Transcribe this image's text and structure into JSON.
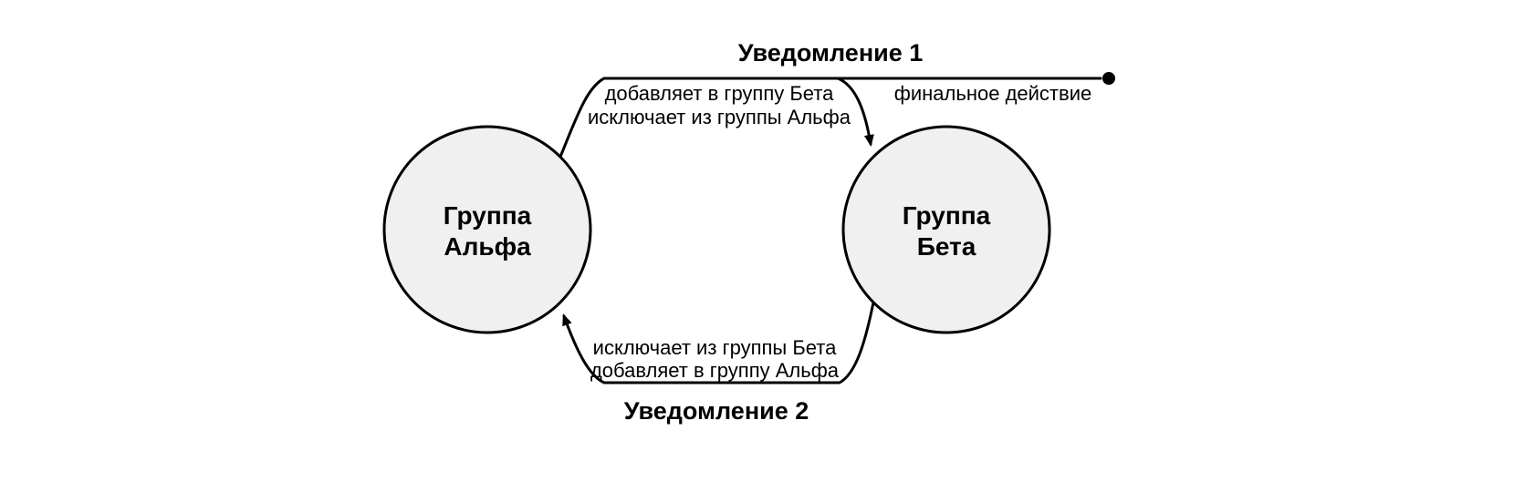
{
  "diagram": {
    "type": "state-diagram",
    "background_color": "#ffffff",
    "node_fill_color": "#f0f0f0",
    "line_color": "#000000",
    "nodes": [
      {
        "id": "alpha",
        "label_line1": "Группа",
        "label_line2": "Альфа"
      },
      {
        "id": "beta",
        "label_line1": "Группа",
        "label_line2": "Бета"
      }
    ],
    "edges": [
      {
        "id": "notification1",
        "from": "alpha",
        "to": "beta",
        "title": "Уведомление 1",
        "label_line1": "добавляет в группу Бета",
        "label_line2": "исключает из группы Альфа"
      },
      {
        "id": "notification2",
        "from": "beta",
        "to": "alpha",
        "title": "Уведомление 2",
        "label_line1": "исключает из группы Бета",
        "label_line2": "добавляет в группу Альфа"
      }
    ],
    "final_edge": {
      "label": "финальное действие",
      "terminator": "filled-dot"
    }
  }
}
